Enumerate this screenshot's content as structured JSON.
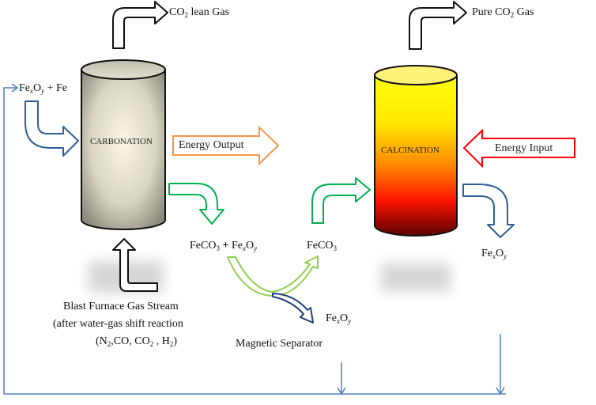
{
  "diagram": {
    "title": "Iron oxide carbonation-calcination CO2 capture cycle",
    "vessels": {
      "carbonation": {
        "label": "CARBONATION",
        "colors": {
          "top": "#d8d5c6",
          "mid": "#f8f4e0",
          "edge": "#8c8a7c"
        }
      },
      "calcination": {
        "label": "CALCINATION",
        "colors": {
          "top": "#ffff00",
          "mid": "#ff8c00",
          "low": "#ff1a00",
          "bottom": "#6b0000"
        }
      }
    },
    "labels": {
      "co2_lean_gas": {
        "pre": "CO",
        "sub": "2",
        "post": " lean Gas"
      },
      "pure_co2_gas": {
        "pre": "Pure CO",
        "sub": "2",
        "post": " Gas"
      },
      "feed": {
        "text": "Fe",
        "sub1": "x",
        "mid": "O",
        "sub2": "y",
        "post": " + Fe"
      },
      "energy_output": "Energy Output",
      "energy_input": "Energy Input",
      "mixture": {
        "a": "FeCO",
        "a_sub": "3",
        "plus": " + ",
        "b": "Fe",
        "b_sub1": "x",
        "b_mid": "O",
        "b_sub2": "y"
      },
      "feco3": {
        "text": "FeCO",
        "sub": "3"
      },
      "fexoy_separator": {
        "text": "Fe",
        "sub1": "x",
        "mid": "O",
        "sub2": "y"
      },
      "fexoy_calcination": {
        "text": "Fe",
        "sub1": "x",
        "mid": "O",
        "sub2": "y"
      },
      "blast_furnace_line1": "Blast Furnace Gas Stream",
      "blast_furnace_line2": "(after water-gas  shift reaction",
      "blast_furnace_line3": {
        "p1": "(N",
        "s1": "2",
        "p2": ",CO, CO",
        "s2": "2",
        "p3": " ,  H",
        "s3": "2",
        "p4": ")"
      },
      "magnetic_separator": "Magnetic Separator"
    },
    "colors": {
      "gas_arrow": "#111111",
      "solid_arrow_blue": "#2e5f9a",
      "energy_out": "#f79646",
      "energy_in": "#ff0000",
      "green_arrow": "#00b050",
      "light_green_arrow": "#92d050",
      "dark_blue_arrow": "#1f3f7a",
      "recycle_line": "#4f81bd"
    }
  }
}
